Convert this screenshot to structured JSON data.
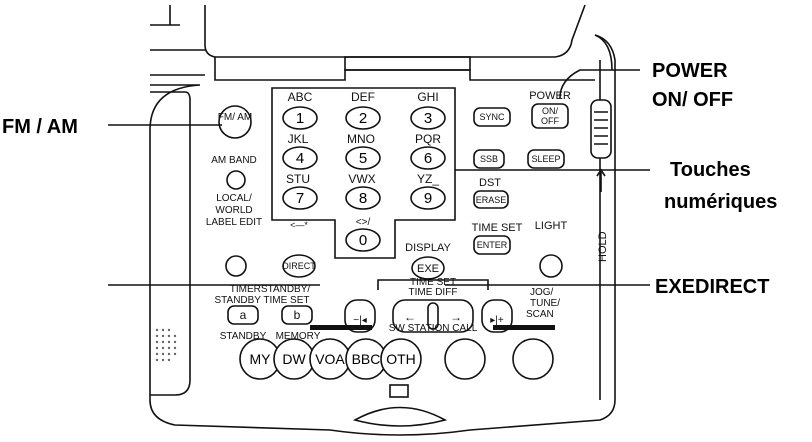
{
  "callouts": {
    "fm_am": "FM / AM",
    "power_line1": "POWER",
    "power_line2": "ON/ OFF",
    "touches_line1": "Touches",
    "touches_line2": "numériques",
    "exedirect": "EXEDIRECT"
  },
  "keypad": {
    "rows": [
      {
        "letters": [
          "ABC",
          "DEF",
          "GHI"
        ],
        "digits": [
          "1",
          "2",
          "3"
        ]
      },
      {
        "letters": [
          "JKL",
          "MNO",
          "PQR"
        ],
        "digits": [
          "4",
          "5",
          "6"
        ]
      },
      {
        "letters": [
          "STU",
          "VWX",
          "YZ_"
        ],
        "digits": [
          "7",
          "8",
          "9"
        ]
      }
    ],
    "zero_label": "<>/",
    "zero": "0"
  },
  "buttons": {
    "fm_am": "FM/ AM",
    "am_band": "AM BAND",
    "local_world_1": "LOCAL/",
    "local_world_2": "WORLD",
    "label_edit": "LABEL EDIT",
    "direct": "DIRECT",
    "direct_arrow": "<—*",
    "display": "DISPLAY",
    "exe": "EXE",
    "sync": "SYNC",
    "ssb": "SSB",
    "sleep": "SLEEP",
    "power_1": "POWER",
    "power_on": "ON/",
    "power_off": "OFF",
    "dst": "DST",
    "erase": "ERASE",
    "time_set": "TIME SET",
    "enter": "ENTER",
    "light": "LIGHT",
    "hold": "HOLD",
    "timer_standby": "TIMERSTANDBY/",
    "standby_time_set": "STANDBY TIME SET",
    "btn_a": "a",
    "btn_b": "b",
    "standby": "STANDBY",
    "memory": "MEMORY",
    "time_set_group": "TIME SET",
    "time_diff": "TIME DIFF",
    "jog_1": "JOG/",
    "jog_2": "TUNE/",
    "jog_3": "SCAN",
    "sw_station_call": "SW STATION CALL",
    "my": "MY",
    "dw": "DW",
    "voa": "VOA",
    "bbc": "BBC",
    "oth": "OTH"
  }
}
